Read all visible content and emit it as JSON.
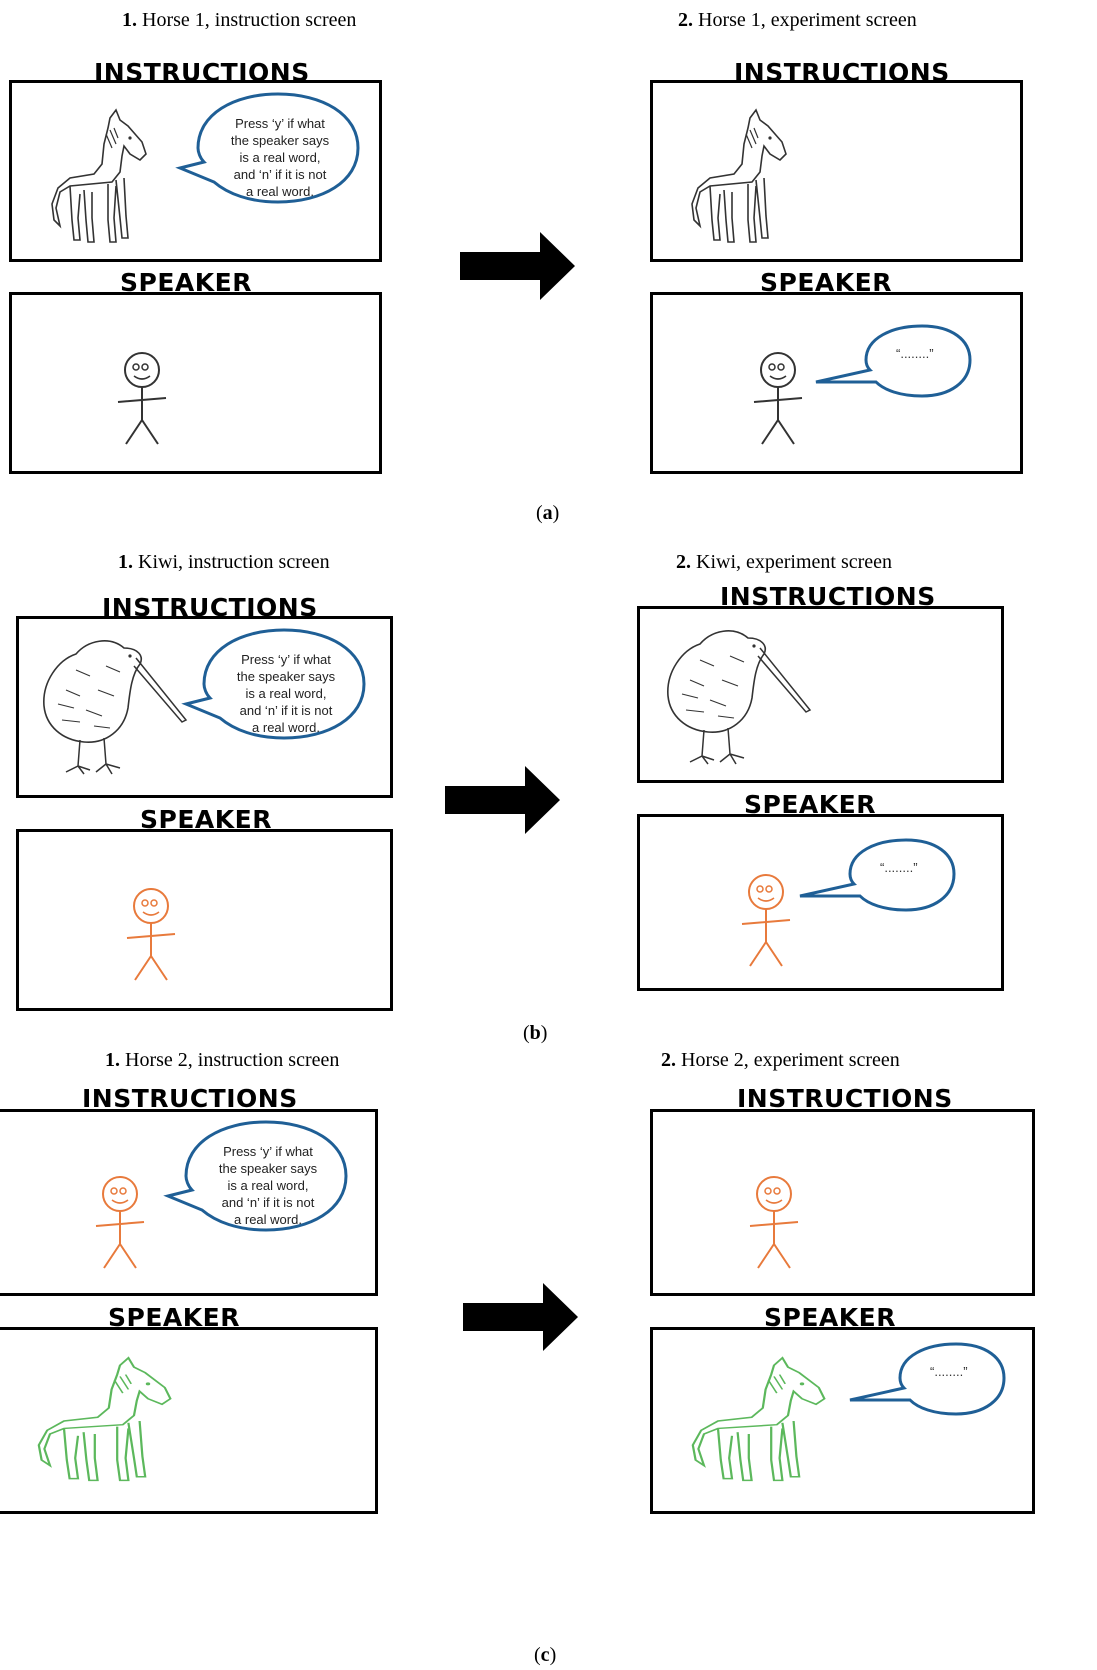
{
  "headings": {
    "instructions": "INSTRUCTIONS",
    "speaker": "SPEAKER"
  },
  "bubble": {
    "instruction_text": "Press ‘y’ if what\nthe speaker says\nis a real word,\nand ‘n’ if it is not\na real word.",
    "speech_text": "“........”"
  },
  "colors": {
    "bubble_border": "#1f5f96",
    "orange_figure": "#e87a3c",
    "green_horse": "#5cb85c",
    "line": "#000000"
  },
  "panels": [
    {
      "left_num": "1.",
      "left_caption": " Horse 1, instruction screen",
      "right_num": "2.",
      "right_caption": " Horse 1, experiment screen",
      "label": "(a)",
      "label_letter": "a"
    },
    {
      "left_num": "1.",
      "left_caption": " Kiwi, instruction screen",
      "right_num": "2.",
      "right_caption": " Kiwi, experiment screen",
      "label": "(b)",
      "label_letter": "b"
    },
    {
      "left_num": "1.",
      "left_caption": " Horse 2, instruction screen",
      "right_num": "2.",
      "right_caption": " Horse 2, experiment screen",
      "label": "(c)",
      "label_letter": "c"
    }
  ]
}
